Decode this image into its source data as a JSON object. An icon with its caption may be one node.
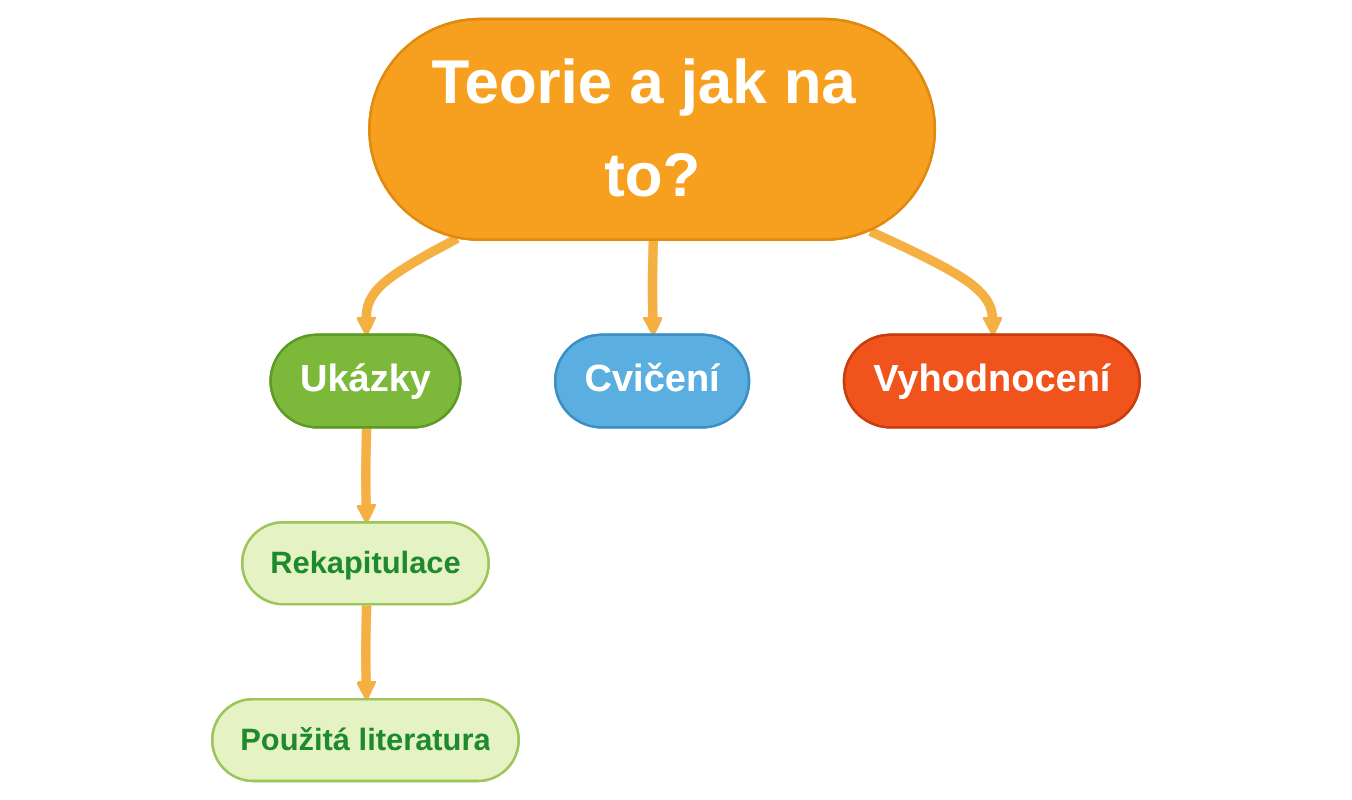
{
  "diagram": {
    "nodes": [
      {
        "text": [
          "Teorie a jak na to?"
        ]
      },
      {
        "text": [
          "Ukázky"
        ]
      },
      {
        "text": [
          "Cvičení"
        ]
      },
      {
        "text": [
          "Vyhodnocení"
        ]
      },
      {
        "text": [
          "Rekapitulace"
        ]
      },
      {
        "text": [
          "Použitá literatura"
        ]
      }
    ],
    "edges": [
      {
        "from": 0,
        "to": 1,
        "arrow": "to"
      },
      {
        "from": 0,
        "to": 2,
        "arrow": "to"
      },
      {
        "from": 0,
        "to": 3,
        "arrow": "to"
      },
      {
        "from": 1,
        "to": 4,
        "arrow": "to"
      },
      {
        "from": 4,
        "to": 5,
        "arrow": "to"
      }
    ]
  }
}
